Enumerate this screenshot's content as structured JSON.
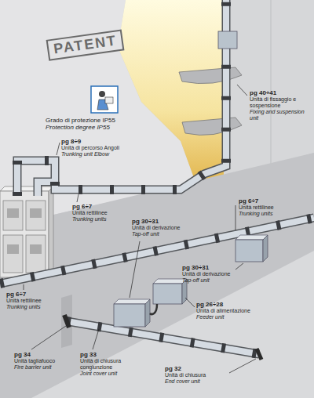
{
  "diagram": {
    "labels": [
      "PATENT",
      "Grado di protezione IP55",
      "Protection degree IP55",
      "pg 40÷41",
      "Unità di fissaggio e sospensione",
      "Fixing and suspension unit",
      "pg 8÷9",
      "Unità di percorso Angoli",
      "Trunking unit Elbow",
      "pg 6÷7",
      "Unità rettilinee",
      "Trunking units",
      "pg 6÷7",
      "Unità rettilinee",
      "Trunking units",
      "pg 30÷31",
      "Unità di derivazione",
      "Tap-off unit",
      "pg 30÷31",
      "Unità di derivazione",
      "Tap-off unit",
      "pg 6÷7",
      "Unità rettilinee",
      "Trunking units",
      "pg 26÷28",
      "Unità di alimentazione",
      "Feeder unit",
      "pg 34",
      "Unità tagliafuoco",
      "Fire barrier unit",
      "pg 33",
      "Unità di chiusura congiunzione",
      "Joint cover unit",
      "pg 32",
      "Unità di chiusura",
      "End cover unit"
    ]
  }
}
